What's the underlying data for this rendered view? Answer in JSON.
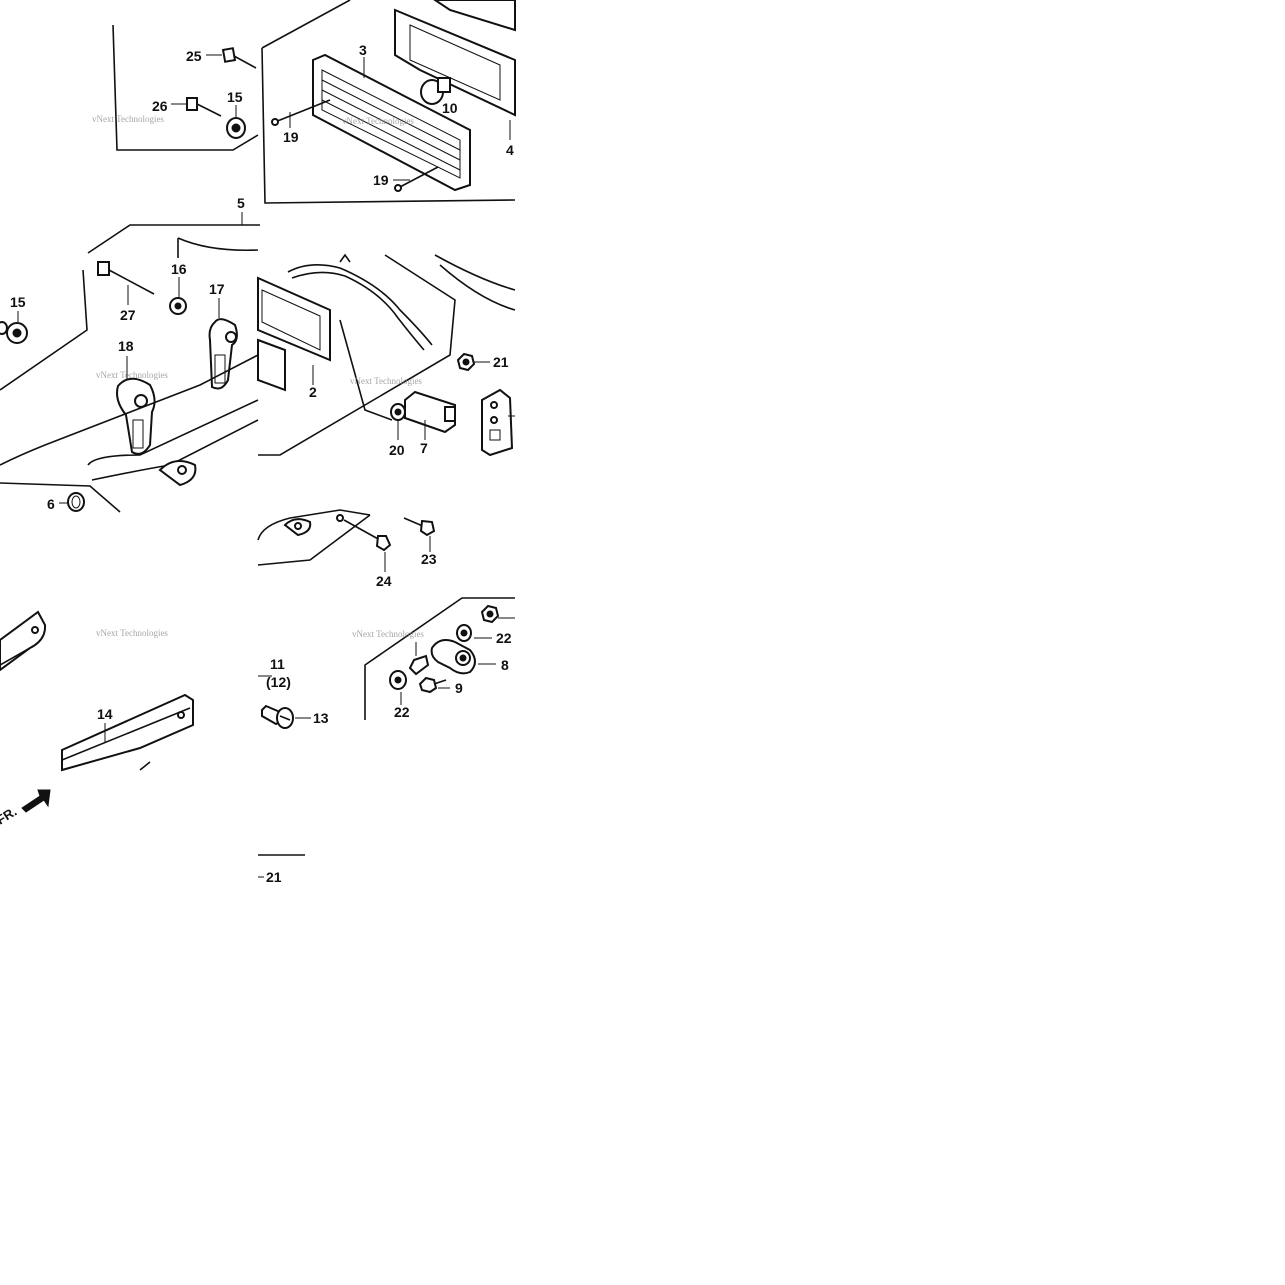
{
  "diagram": {
    "labels": {
      "p25": "25",
      "p26": "26",
      "p15a": "15",
      "p3": "3",
      "p10": "10",
      "p19a": "19",
      "p19b": "19",
      "p4": "4",
      "p5": "5",
      "p15b": "15",
      "p27": "27",
      "p16": "16",
      "p17": "17",
      "p18": "18",
      "p2": "2",
      "p21a": "21",
      "p20": "20",
      "p7": "7",
      "p6": "6",
      "p24": "24",
      "p23": "23",
      "p22a": "22",
      "p8": "8",
      "p11": "11",
      "p12": "(12)",
      "p9": "9",
      "p22b": "22",
      "p13": "13",
      "p14": "14",
      "p21b": "21"
    },
    "front_marker": "FR.",
    "watermark": "vNext Technologies"
  }
}
